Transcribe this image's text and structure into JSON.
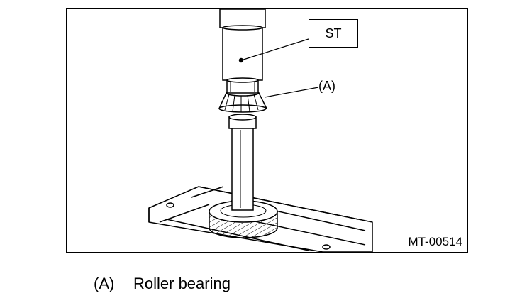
{
  "figure": {
    "tool_label": "ST",
    "callout_label": "(A)",
    "figure_id": "MT-00514"
  },
  "legend": {
    "items": [
      {
        "key": "(A)",
        "text": "Roller bearing"
      }
    ]
  }
}
